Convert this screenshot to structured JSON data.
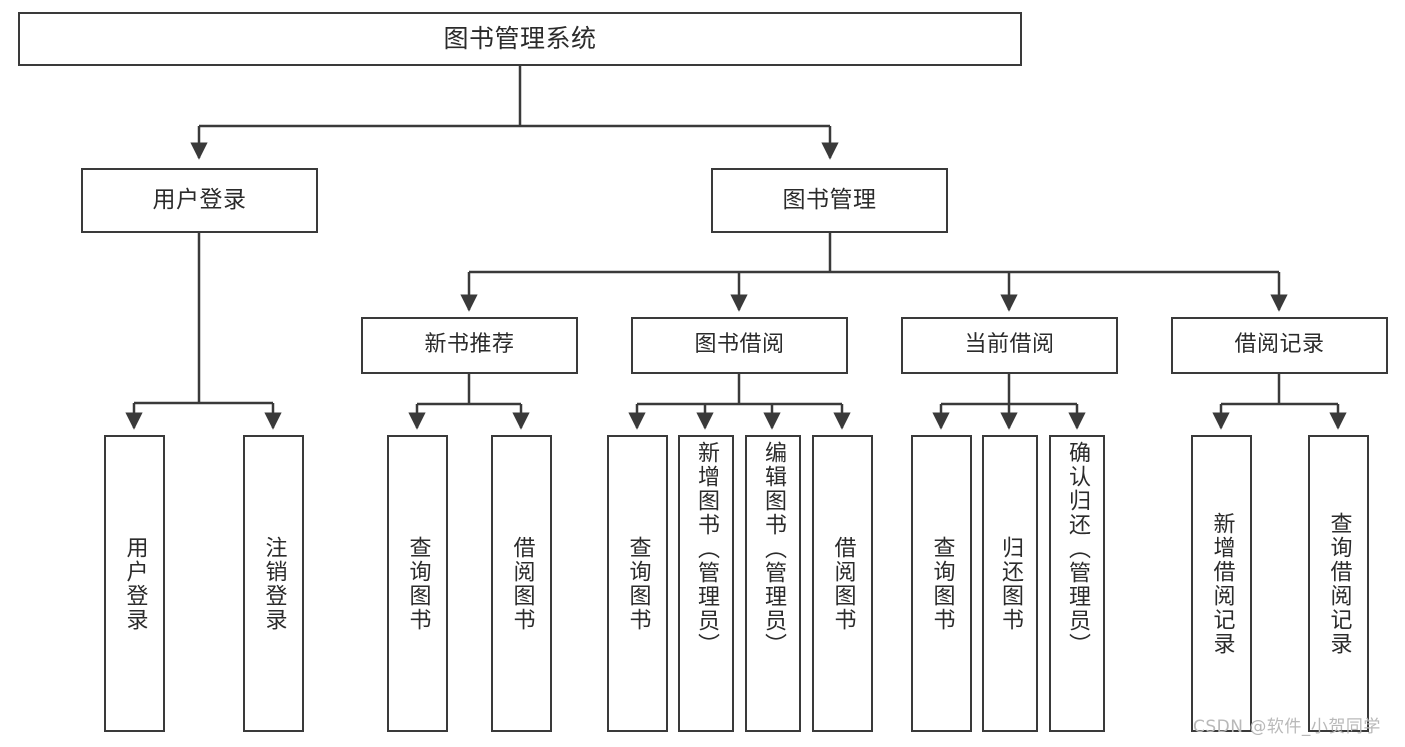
{
  "diagram": {
    "title": "图书管理系统",
    "type": "tree-hierarchy",
    "watermark": "CSDN @软件_小贺同学",
    "colors": {
      "box_border": "#3a3a3a",
      "box_fill": "#ffffff",
      "text": "#2b2b2b",
      "connector": "#3a3a3a",
      "watermark": "#b9b9b9",
      "background": "#ffffff"
    },
    "root": {
      "label": "图书管理系统"
    },
    "level1": [
      {
        "label": "用户登录"
      },
      {
        "label": "图书管理"
      }
    ],
    "level2": [
      {
        "label": "新书推荐"
      },
      {
        "label": "图书借阅"
      },
      {
        "label": "当前借阅"
      },
      {
        "label": "借阅记录"
      }
    ],
    "leaves": {
      "user_login": [
        {
          "label": "用户登录"
        },
        {
          "label": "注销登录"
        }
      ],
      "new_book_recommend": [
        {
          "label": "查询图书"
        },
        {
          "label": "借阅图书"
        }
      ],
      "book_borrow": [
        {
          "label": "查询图书"
        },
        {
          "label": "新增图书（管理员）"
        },
        {
          "label": "编辑图书（管理员）"
        },
        {
          "label": "借阅图书"
        }
      ],
      "current_borrow": [
        {
          "label": "查询图书"
        },
        {
          "label": "归还图书"
        },
        {
          "label": "确认归还（管理员）"
        }
      ],
      "borrow_record": [
        {
          "label": "新增借阅记录"
        },
        {
          "label": "查询借阅记录"
        }
      ]
    }
  }
}
